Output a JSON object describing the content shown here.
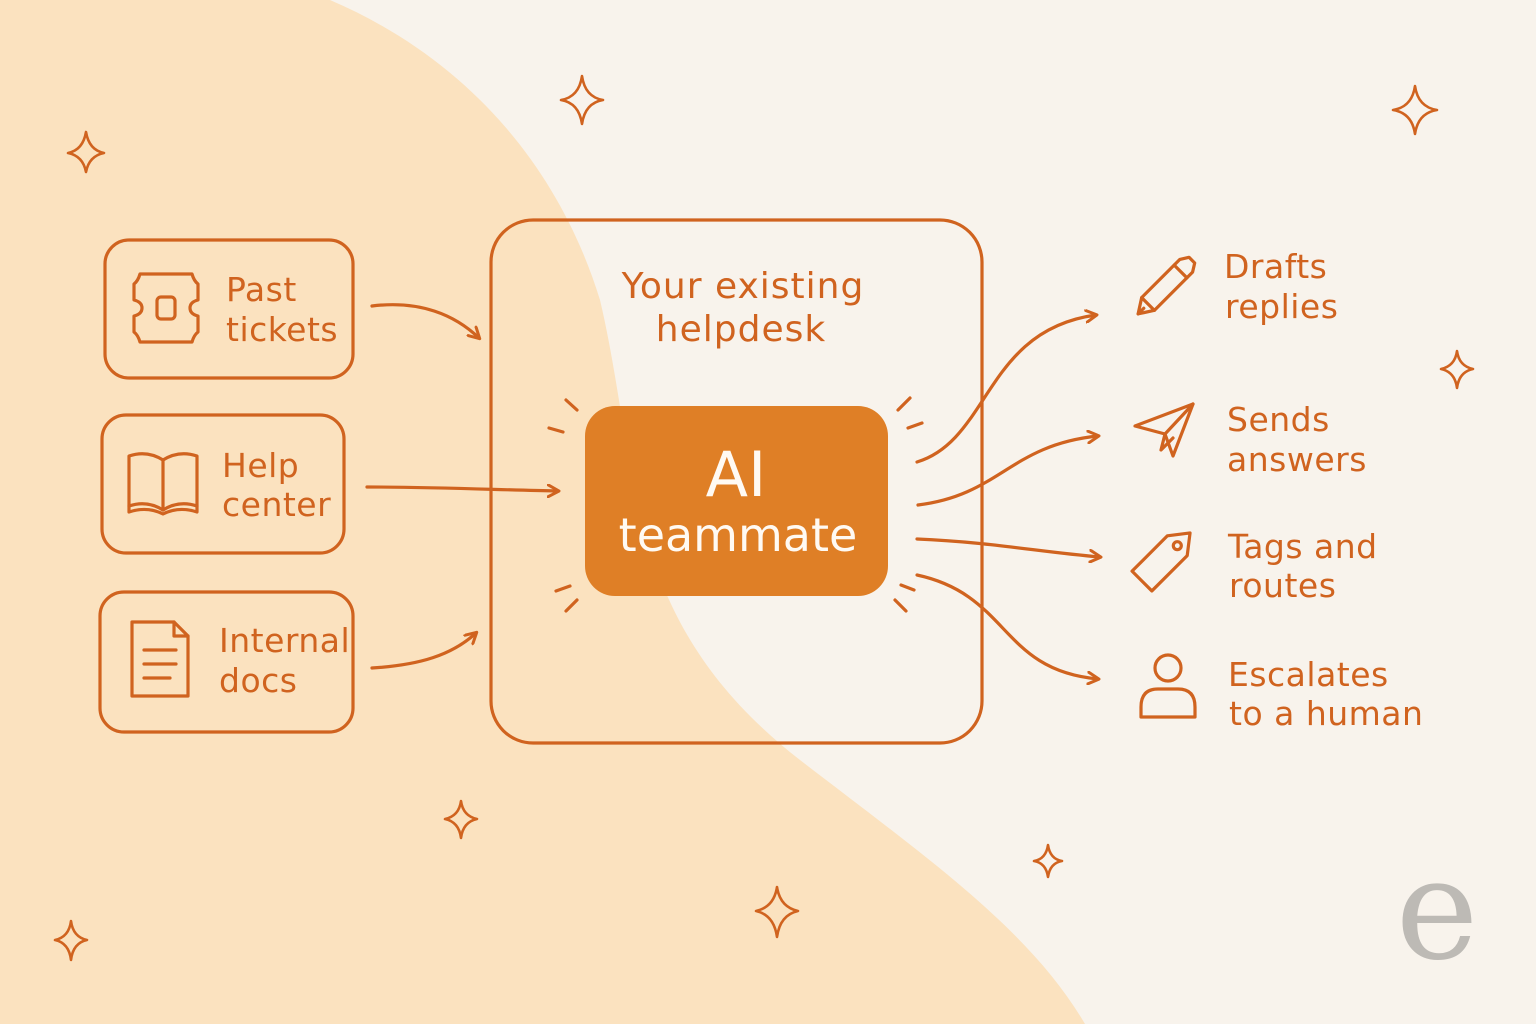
{
  "colors": {
    "background": "#f8f3ec",
    "blob": "#fbe2bf",
    "accent": "#d0631f",
    "ai_fill": "#df7f26",
    "ai_text": "#fffaf3",
    "logo": "#bdbab5"
  },
  "sources": [
    {
      "icon": "ticket-icon",
      "line1": "Past",
      "line2": "tickets"
    },
    {
      "icon": "open-book-icon",
      "line1": "Help",
      "line2": "center"
    },
    {
      "icon": "document-icon",
      "line1": "Internal",
      "line2": "docs"
    }
  ],
  "helpdesk": {
    "line1": "Your existing",
    "line2": "helpdesk"
  },
  "ai": {
    "line1": "AI",
    "line2": "teammate"
  },
  "actions": [
    {
      "icon": "pencil-icon",
      "line1": "Drafts",
      "line2": "replies"
    },
    {
      "icon": "paper-plane-icon",
      "line1": "Sends",
      "line2": "answers"
    },
    {
      "icon": "tag-icon",
      "line1": "Tags and",
      "line2": "routes"
    },
    {
      "icon": "person-icon",
      "line1": "Escalates",
      "line2": "to a human"
    }
  ],
  "logo": {
    "letter": "e"
  }
}
